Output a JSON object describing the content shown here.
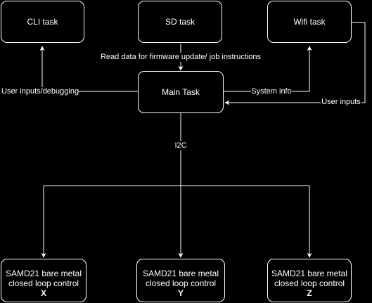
{
  "nodes": {
    "cli_task": "CLI task",
    "sd_task": "SD task",
    "wifi_task": "Wifi task",
    "main_task": "Main Task",
    "samd_x": {
      "line1": "SAMD21 bare metal",
      "line2": "closed loop control",
      "axis": "X"
    },
    "samd_y": {
      "line1": "SAMD21 bare metal",
      "line2": "closed loop control",
      "axis": "Y"
    },
    "samd_z": {
      "line1": "SAMD21 bare metal",
      "line2": "closed loop control",
      "axis": "Z"
    }
  },
  "edges": {
    "sd_to_main": "Read data for firmware update/ job instructions",
    "main_cli": "User inputs/debugging",
    "main_to_wifi": "System info",
    "wifi_to_main": "User inputs",
    "i2c_bus": "I2C"
  },
  "colors": {
    "background": "#000000",
    "stroke": "#ffffff"
  }
}
